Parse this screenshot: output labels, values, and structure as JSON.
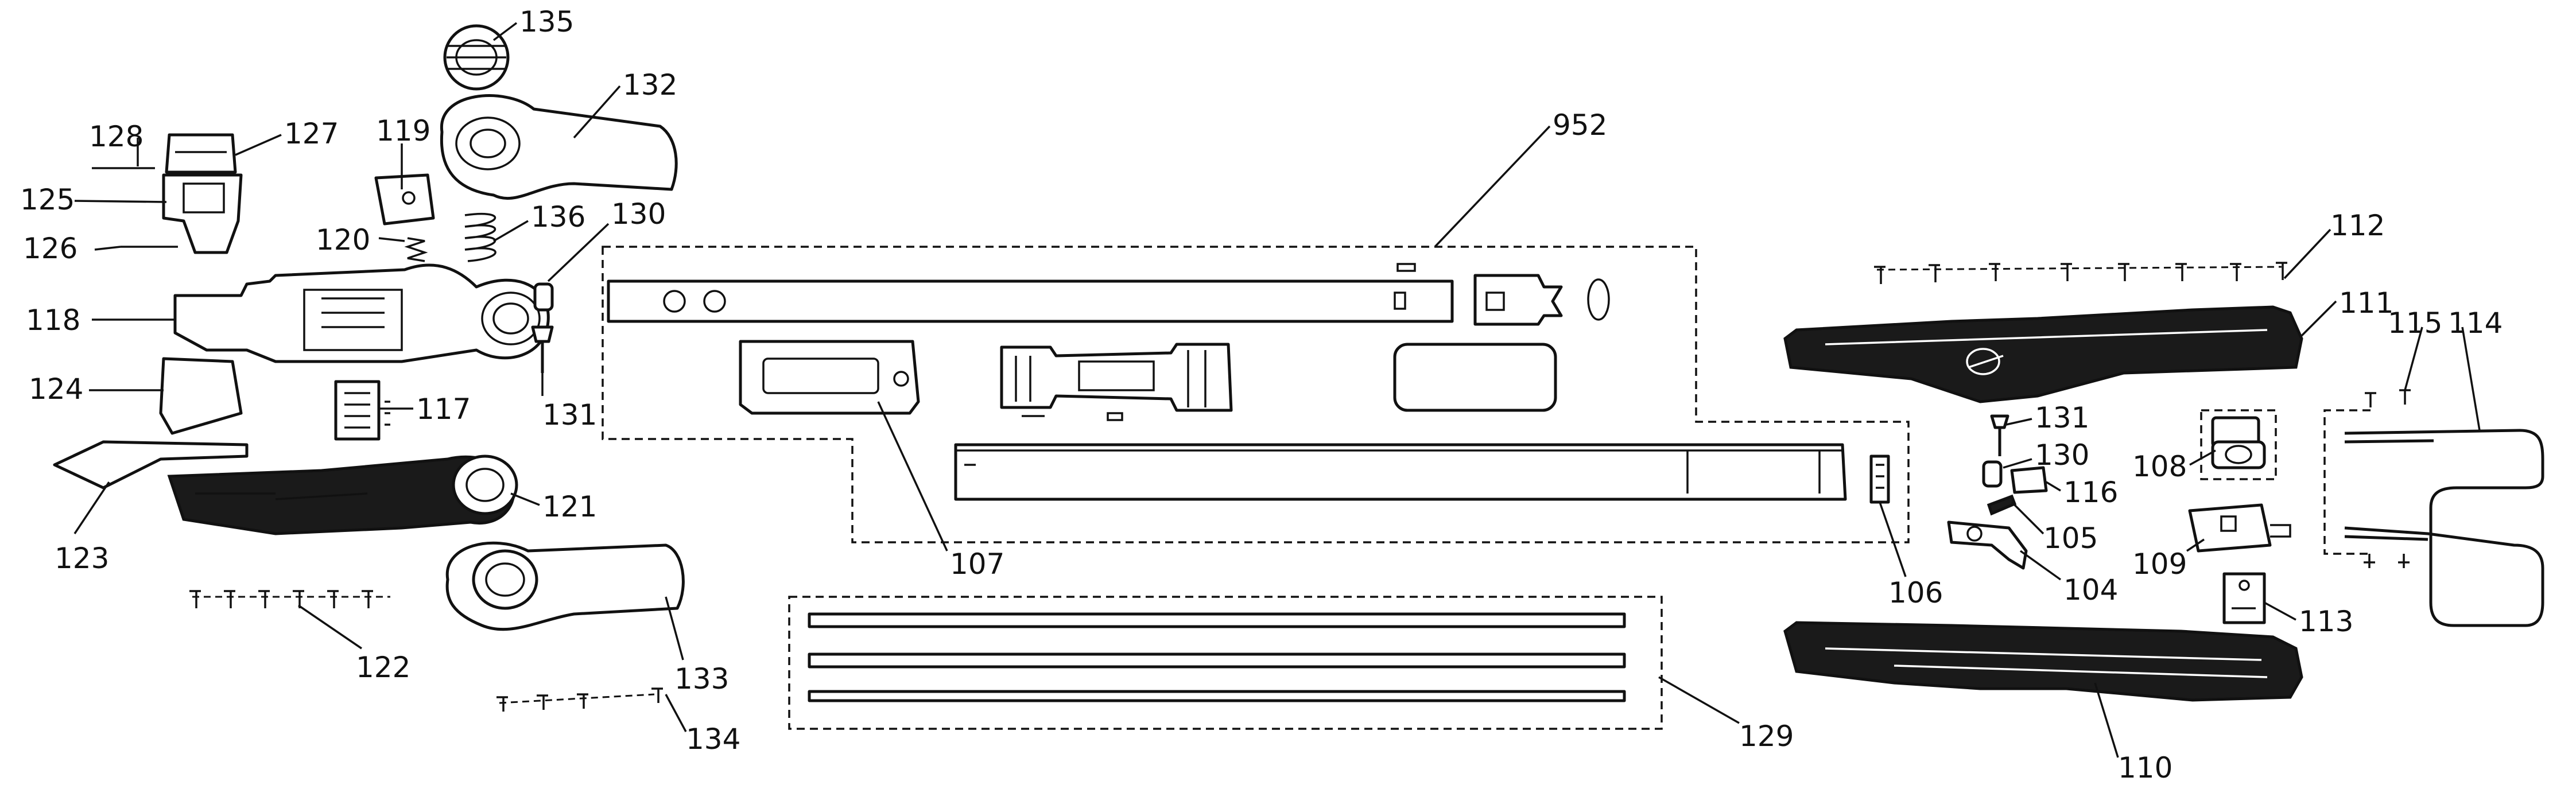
{
  "callouts": {
    "p104": "104",
    "p105": "105",
    "p106": "106",
    "p107": "107",
    "p108": "108",
    "p109": "109",
    "p110": "110",
    "p111": "111",
    "p112": "112",
    "p113": "113",
    "p114": "114",
    "p115": "115",
    "p116": "116",
    "p117": "117",
    "p118": "118",
    "p119": "119",
    "p120": "120",
    "p121": "121",
    "p122": "122",
    "p123": "123",
    "p124": "124",
    "p125": "125",
    "p126": "126",
    "p127": "127",
    "p128": "128",
    "p129": "129",
    "p130a": "130",
    "p130b": "130",
    "p131a": "131",
    "p131b": "131",
    "p132": "132",
    "p133": "133",
    "p134": "134",
    "p135": "135",
    "p136": "136",
    "p952": "952"
  }
}
